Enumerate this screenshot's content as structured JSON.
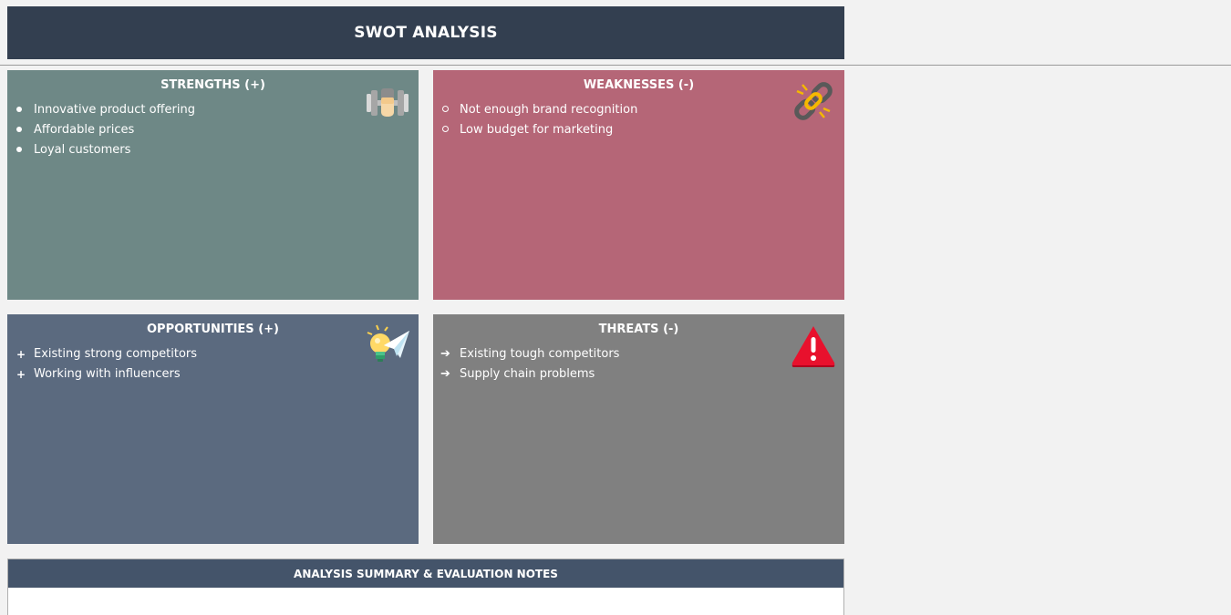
{
  "title": "SWOT ANALYSIS",
  "quadrants": {
    "strengths": {
      "title": "STRENGTHS (+)",
      "bullet_style": "filled-circle",
      "icon": "dumbbell-fist-icon",
      "color": "#6e8886",
      "items": [
        "Innovative product offering",
        "Affordable prices",
        "Loyal customers"
      ]
    },
    "weaknesses": {
      "title": "WEAKNESSES (-)",
      "bullet_style": "hollow-circle",
      "icon": "broken-chain-icon",
      "color": "#b56677",
      "items": [
        "Not enough brand recognition",
        "Low budget for marketing"
      ]
    },
    "opportunities": {
      "title": "OPPORTUNITIES (+)",
      "bullet_style": "plus",
      "icon": "lightbulb-paper-plane-icon",
      "color": "#5b6a7f",
      "items": [
        "Existing strong competitors",
        "Working with influencers"
      ]
    },
    "threats": {
      "title": "THREATS (-)",
      "bullet_style": "arrow",
      "icon": "warning-icon",
      "color": "#808080",
      "items": [
        "Existing tough competitors",
        "Supply chain problems"
      ]
    }
  },
  "summary": {
    "header": "ANALYSIS SUMMARY & EVALUATION NOTES",
    "notes": ""
  },
  "colors": {
    "title_bar": "#333f50",
    "summary_header": "#44546a",
    "background": "#f2f2f2"
  }
}
